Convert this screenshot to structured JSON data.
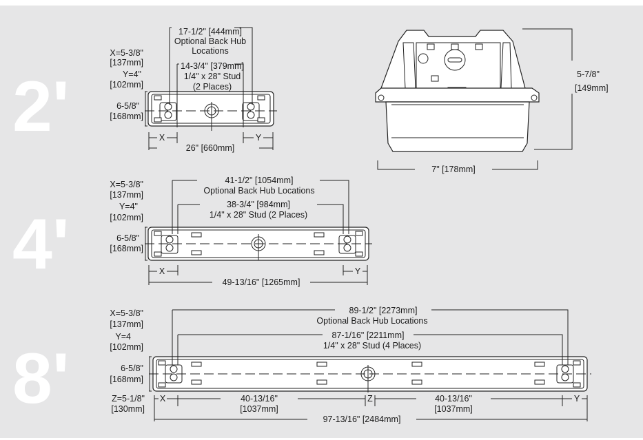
{
  "sizes": {
    "two": "2'",
    "four": "4'",
    "eight": "8'"
  },
  "fixture2": {
    "hub_dim": "17-1/2\" [444mm]",
    "hub_label1": "Optional Back Hub",
    "hub_label2": "Locations",
    "x_val": "X=5-3/8\"",
    "x_mm": "[137mm]",
    "y_val": "Y=4\"",
    "y_mm": "[102mm]",
    "stud_dim": "14-3/4\" [379mm]",
    "stud_label": "1/4\" x 28\" Stud",
    "stud_places": "(2 Places)",
    "width": "6-5/8\"",
    "width_mm": "[168mm]",
    "x_mark": "X",
    "y_mark": "Y",
    "length": "26\" [660mm]"
  },
  "side": {
    "height": "5-7/8\"",
    "height_mm": "[149mm]",
    "width": "7\" [178mm]"
  },
  "fixture4": {
    "hub_dim": "41-1/2\" [1054mm]",
    "hub_label": "Optional Back Hub Locations",
    "x_val": "X=5-3/8\"",
    "x_mm": "[137mm]",
    "y_val": "Y=4\"",
    "y_mm": "[102mm]",
    "stud_dim": "38-3/4\" [984mm]",
    "stud_label": "1/4\" x 28\" Stud (2 Places)",
    "width": "6-5/8\"",
    "width_mm": "[168mm]",
    "x_mark": "X",
    "y_mark": "Y",
    "length": "49-13/16\" [1265mm]"
  },
  "fixture8": {
    "x_val": "X=5-3/8\"",
    "x_mm": "[137mm]",
    "y_val": "Y=4",
    "y_mm": "[102mm]",
    "hub_dim": "89-1/2\" [2273mm]",
    "hub_label": "Optional Back Hub Locations",
    "stud_dim": "87-1/16\" [2211mm]",
    "stud_label": "1/4\" x 28\" Stud (4 Places)",
    "width": "6-5/8\"",
    "width_mm": "[168mm]",
    "z_val": "Z=5-1/8\"",
    "z_mm": "[130mm]",
    "x_mark": "X",
    "z_mark": "Z",
    "y_mark": "Y",
    "half_left": "40-13/16\"",
    "half_left_mm": "[1037mm]",
    "half_right": "40-13/16\"",
    "half_right_mm": "[1037mm]",
    "length": "97-13/16\" [2484mm]"
  }
}
